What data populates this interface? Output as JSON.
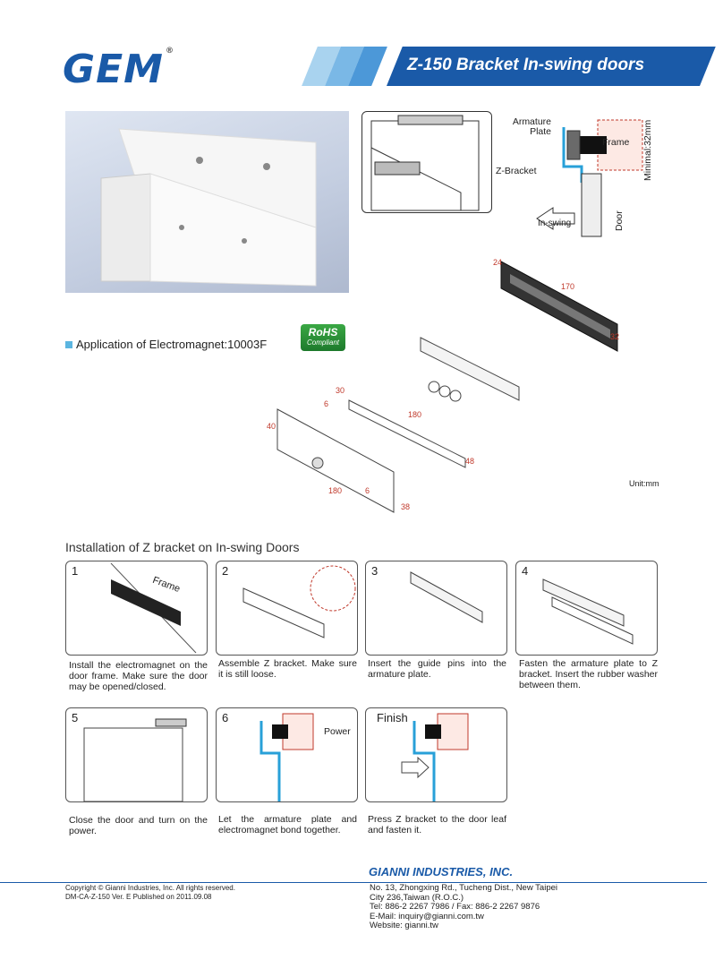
{
  "header": {
    "brand": "GEM",
    "registered": "®",
    "title": "Z-150 Bracket In-swing doors",
    "accent": "#1a5aa8"
  },
  "detail": {
    "armature_plate": "Armature Plate",
    "frame": "Frame",
    "minimal": "Minimal:32mm",
    "z_bracket": "Z-Bracket",
    "in_swing": "In-swing",
    "door": "Door"
  },
  "application": "Application of Electromagnet:10003F",
  "rohs": {
    "line1": "RoHS",
    "line2": "Compliant"
  },
  "dimensions": [
    "24",
    "170",
    "32",
    "30",
    "6",
    "180",
    "40",
    "48",
    "180",
    "6",
    "38"
  ],
  "unit": "Unit:mm",
  "section_title": "Installation of Z bracket on In-swing Doors",
  "steps": [
    {
      "num": "1",
      "label": "Frame",
      "caption": "Install the electromagnet on the door frame. Make sure the door may be opened/closed."
    },
    {
      "num": "2",
      "label": "",
      "caption": "Assemble Z bracket. Make sure it is still loose."
    },
    {
      "num": "3",
      "label": "",
      "caption": "Insert the guide pins into the armature plate."
    },
    {
      "num": "4",
      "label": "",
      "caption": "Fasten the armature plate to Z bracket. Insert the rubber washer between them."
    },
    {
      "num": "5",
      "label": "",
      "caption": "Close the door and turn on the power."
    },
    {
      "num": "6",
      "label": "Power",
      "caption": "Let the armature plate and electromagnet bond together."
    },
    {
      "num": "Finish",
      "label": "",
      "caption": "Press Z bracket to the door leaf and fasten it."
    }
  ],
  "footer": {
    "company": "GIANNI INDUSTRIES, INC.",
    "copyright": "Copyright © Gianni Industries, Inc. All rights reserved.",
    "doc": "DM-CA-Z-150 Ver. E Published on 2011.09.08",
    "addr1": "No. 13, Zhongxing Rd., Tucheng Dist., New Taipei",
    "addr2": "City 236,Taiwan (R.O.C.)",
    "tel": "Tel: 886-2 2267 7986 / Fax: 886-2 2267 9876",
    "email": "E-Mail: inquiry@gianni.com.tw",
    "web": "Website: gianni.tw"
  }
}
